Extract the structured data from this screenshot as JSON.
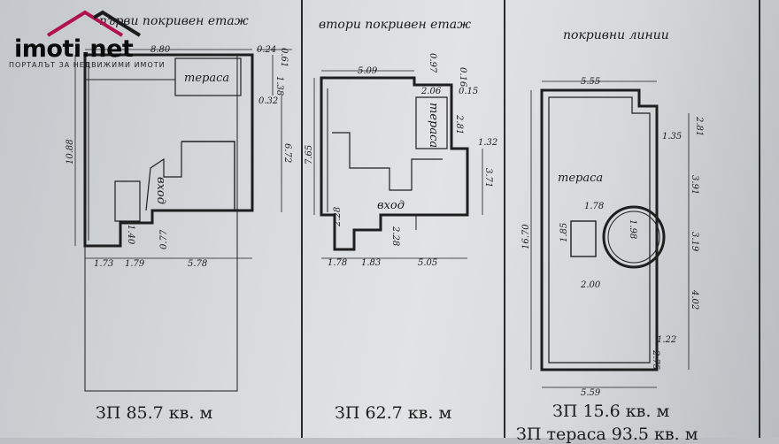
{
  "watermark": {
    "brand": "imoti.net",
    "tagline": "ПОРТАЛЪТ ЗА НЕДВИЖИМИ ИМОТИ"
  },
  "panels": [
    {
      "title": "първи покривен етаж",
      "area": "ЗП 85.7 кв. м",
      "room_labels": [
        "тераса",
        "вход"
      ],
      "dimensions": [
        "8.80",
        "0.24",
        "0.61",
        "1.38",
        "0.32",
        "6.72",
        "10.88",
        "1.40",
        "0.77",
        "1.73",
        "1.79",
        "5.78"
      ]
    },
    {
      "title": "втори покривен етаж",
      "area": "ЗП 62.7 кв. м",
      "room_labels": [
        "тераса",
        "вход"
      ],
      "dimensions": [
        "5.09",
        "0.97",
        "0.16",
        "2.06",
        "0.15",
        "2.81",
        "1.32",
        "3.71",
        "7.65",
        "2.28",
        "2.28",
        "1.78",
        "1.83",
        "5.05"
      ]
    },
    {
      "title": "покривни линии",
      "area": "ЗП 15.6 кв. м",
      "area2": "ЗП тераса 93.5 кв. м",
      "room_labels": [
        "тераса"
      ],
      "dimensions": [
        "5.55",
        "2.81",
        "1.35",
        "3.91",
        "1.78",
        "1.98",
        "1.85",
        "3.19",
        "2.00",
        "4.02",
        "16.70",
        "1.22",
        "2.75",
        "5.59"
      ]
    }
  ]
}
